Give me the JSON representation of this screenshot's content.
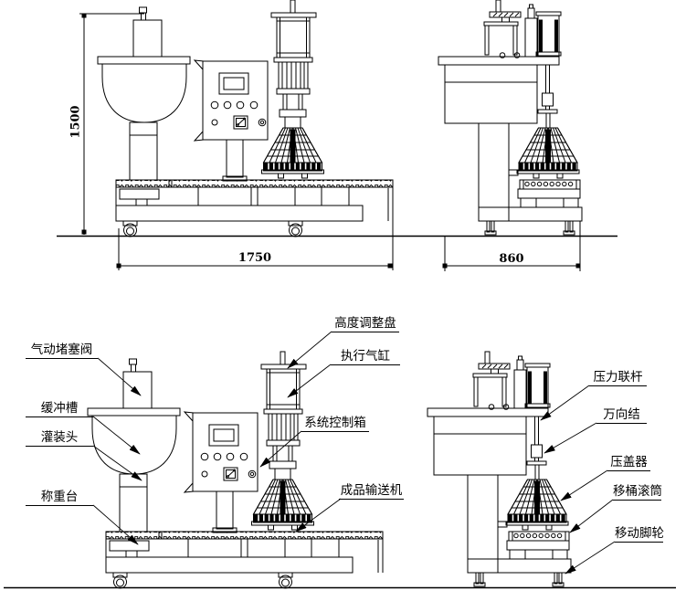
{
  "diagram": {
    "background_color": "#ffffff",
    "line_color": "#000000",
    "dimensions": {
      "height": "1500",
      "front_width": "1750",
      "side_width": "860"
    },
    "labels": {
      "pneumatic_plug_valve": "气动堵塞阀",
      "buffer_tank": "缓冲槽",
      "filling_head": "灌装头",
      "weighing_platform": "称重台",
      "height_adjusting_plate": "高度调整盘",
      "actuating_cylinder": "执行气缸",
      "system_control_box": "系统控制箱",
      "finished_product_conveyor": "成品输送机",
      "pressure_link_rod": "压力联杆",
      "universal_joint": "万向结",
      "capping_device": "压盖器",
      "barrel_moving_roller": "移桶滚筒",
      "moving_caster": "移动脚轮"
    }
  }
}
